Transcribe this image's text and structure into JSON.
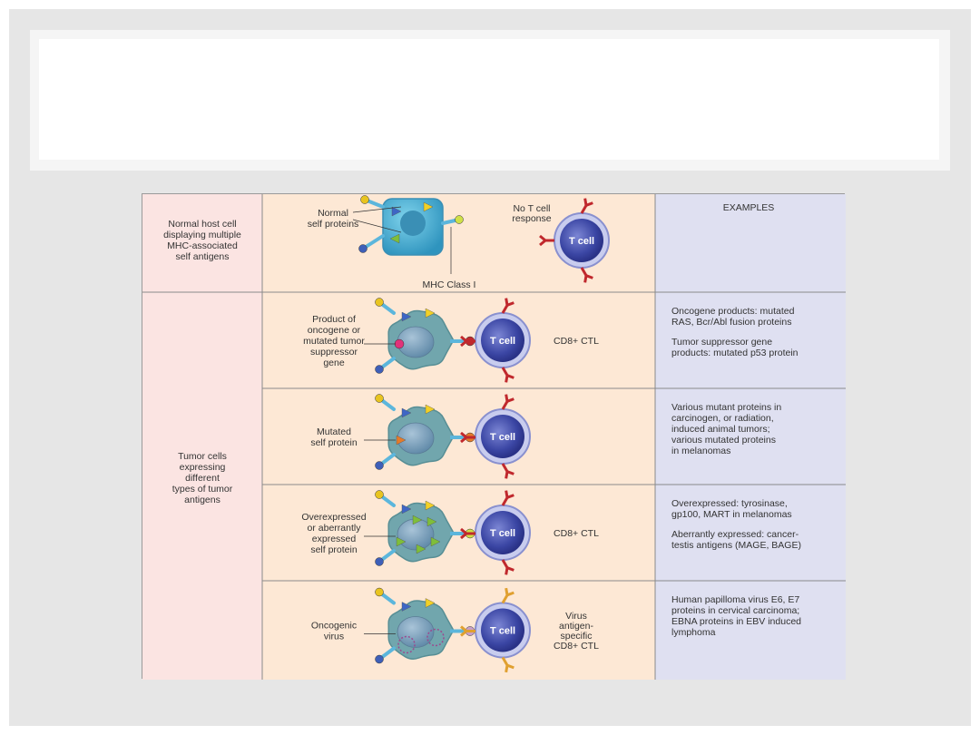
{
  "slide": {
    "title": ""
  },
  "figure": {
    "header_examples": "EXAMPLES",
    "left_col": {
      "normal": [
        "Normal host cell",
        "displaying multiple",
        "MHC-associated",
        "self antigens"
      ],
      "tumor": [
        "Tumor cells",
        "expressing",
        "different",
        "types of tumor",
        "antigens"
      ]
    },
    "rows": [
      {
        "label_lines": [
          "Normal",
          "self proteins"
        ],
        "mhc_label": "MHC Class I",
        "response_lines": [
          "No T cell",
          "response"
        ],
        "tcell": "T cell",
        "examples": []
      },
      {
        "label_lines": [
          "Product of",
          "oncogene or",
          "mutated tumor",
          "suppressor",
          "gene"
        ],
        "response_lines": [
          "CD8+ CTL"
        ],
        "tcell": "T cell",
        "examples": [
          [
            "Oncogene products: mutated",
            "RAS, Bcr/Abl fusion proteins"
          ],
          [
            "Tumor suppressor gene",
            "products: mutated p53 protein"
          ]
        ]
      },
      {
        "label_lines": [
          "Mutated",
          "self protein"
        ],
        "response_lines": [],
        "tcell": "T cell",
        "examples": [
          [
            "Various mutant proteins in",
            "carcinogen, or radiation,",
            "induced animal tumors;",
            "various mutated proteins",
            "in melanomas"
          ]
        ]
      },
      {
        "label_lines": [
          "Overexpressed",
          "or aberrantly",
          "expressed",
          "self protein"
        ],
        "response_lines": [
          "CD8+ CTL"
        ],
        "tcell": "T cell",
        "examples": [
          [
            "Overexpressed: tyrosinase,",
            "gp100, MART in melanomas"
          ],
          [
            "Aberrantly expressed: cancer-",
            "testis antigens (MAGE, BAGE)"
          ]
        ]
      },
      {
        "label_lines": [
          "Oncogenic",
          "virus"
        ],
        "response_lines": [
          "Virus",
          "antigen-",
          "specific",
          "CD8+ CTL"
        ],
        "tcell": "T cell",
        "examples": [
          [
            "Human papilloma virus E6, E7",
            "proteins in cervical carcinoma;",
            "EBNA proteins in EBV induced",
            "lymphoma"
          ]
        ]
      }
    ]
  },
  "colors": {
    "left_bg": "#fbe4e2",
    "mid_bg": "#fde8d5",
    "right_bg": "#dfe0f1",
    "tcell": "#4a56b0",
    "normal_cell": "#3aa8cf",
    "tumor_cell": "#5a98a0",
    "receptor": "#c0282d",
    "viral_receptor": "#e0a030"
  }
}
